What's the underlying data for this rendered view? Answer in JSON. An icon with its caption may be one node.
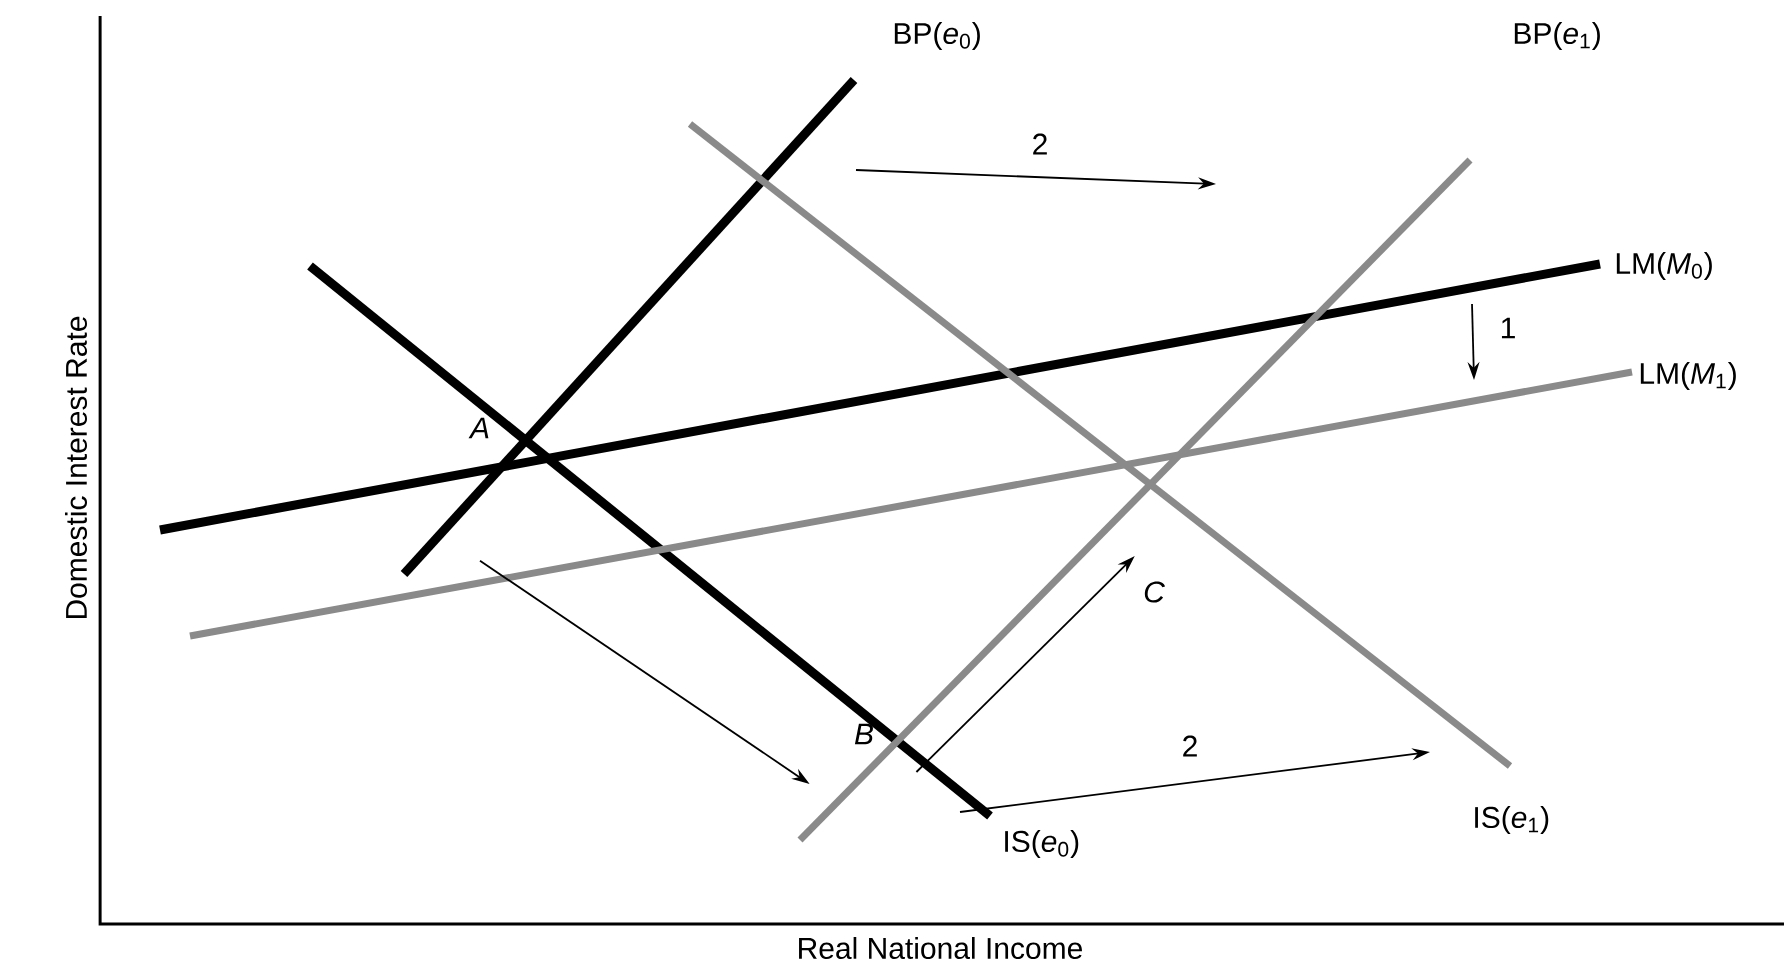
{
  "diagram": {
    "nodes": [
      {
        "text": [
          "A"
        ]
      },
      {
        "text": [
          "B"
        ]
      },
      {
        "text": [
          "C"
        ]
      }
    ],
    "edges": [
      {
        "from": 0,
        "to": 1,
        "arrow": "to"
      },
      {
        "from": 1,
        "to": 2,
        "arrow": "to"
      }
    ],
    "labels": [
      "BP(*e*$_{0}$)",
      "2",
      "BP(*e*$_{1}$)",
      "LM(*M*$_{0}$)",
      "1",
      "LM(*M*$_{1}$)",
      "Domestic Interest Rate",
      "2",
      "IS(*e*$_{1}$)",
      "IS(*e*$_{0}$)",
      "Real National Income"
    ]
  }
}
